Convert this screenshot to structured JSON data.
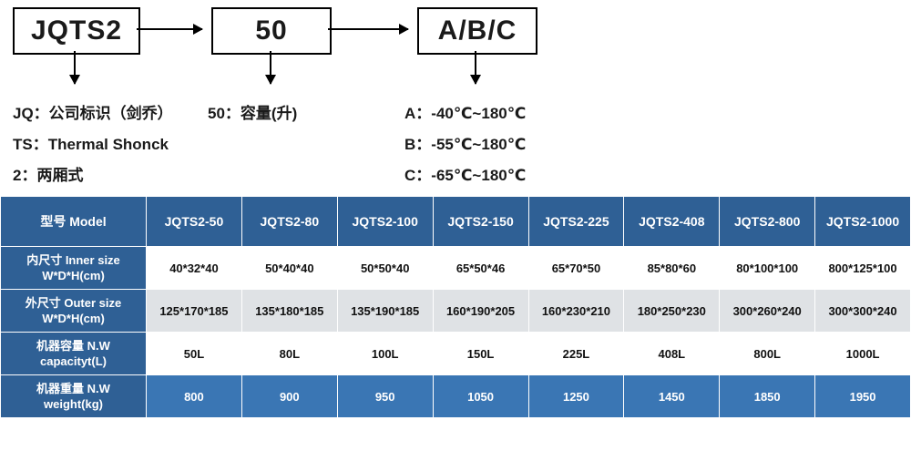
{
  "diagram": {
    "nodes": [
      {
        "id": "jqts2",
        "label": "JQTS2"
      },
      {
        "id": "capacity",
        "label": "50"
      },
      {
        "id": "temperature",
        "label": "A/B/C"
      }
    ],
    "legend_left": "JQ：公司标识（剑乔）\nTS：Thermal Shonck\n2：两厢式",
    "legend_left_lines": [
      "JQ：公司标识（剑乔）",
      "TS：Thermal Shonck",
      "2：两厢式"
    ],
    "legend_mid_lines": [
      "50：容量(升)"
    ],
    "legend_right_lines": [
      "A：-40℃~180℃",
      "B：-55℃~180℃",
      "C：-65℃~180℃"
    ]
  },
  "table": {
    "header": [
      "型号 Model",
      "JQTS2-50",
      "JQTS2-80",
      "JQTS2-100",
      "JQTS2-150",
      "JQTS2-225",
      "JQTS2-408",
      "JQTS2-800",
      "JQTS2-1000"
    ],
    "rows": [
      {
        "label_lines": [
          "内尺寸 Inner size",
          "W*D*H(cm)"
        ],
        "style": "row-white",
        "values": [
          "40*32*40",
          "50*40*40",
          "50*50*40",
          "65*50*46",
          "65*70*50",
          "85*80*60",
          "80*100*100",
          "800*125*100"
        ]
      },
      {
        "label_lines": [
          "外尺寸 Outer size",
          "W*D*H(cm)"
        ],
        "style": "row-grey",
        "values": [
          "125*170*185",
          "135*180*185",
          "135*190*185",
          "160*190*205",
          "160*230*210",
          "180*250*230",
          "300*260*240",
          "300*300*240"
        ]
      },
      {
        "label_lines": [
          "机器容量 N.W",
          "capacityt(L)"
        ],
        "style": "row-white",
        "values": [
          "50L",
          "80L",
          "100L",
          "150L",
          "225L",
          "408L",
          "800L",
          "1000L"
        ]
      },
      {
        "label_lines": [
          "机器重量 N.W",
          "weight(kg)"
        ],
        "style": "row-blue",
        "values": [
          "800",
          "900",
          "950",
          "1050",
          "1250",
          "1450",
          "1850",
          "1950"
        ]
      }
    ],
    "colors": {
      "header_bg": "#2f6095",
      "row_grey_bg": "#dfe2e5",
      "row_blue_bg": "#3a76b4",
      "row_white_bg": "#ffffff"
    }
  }
}
